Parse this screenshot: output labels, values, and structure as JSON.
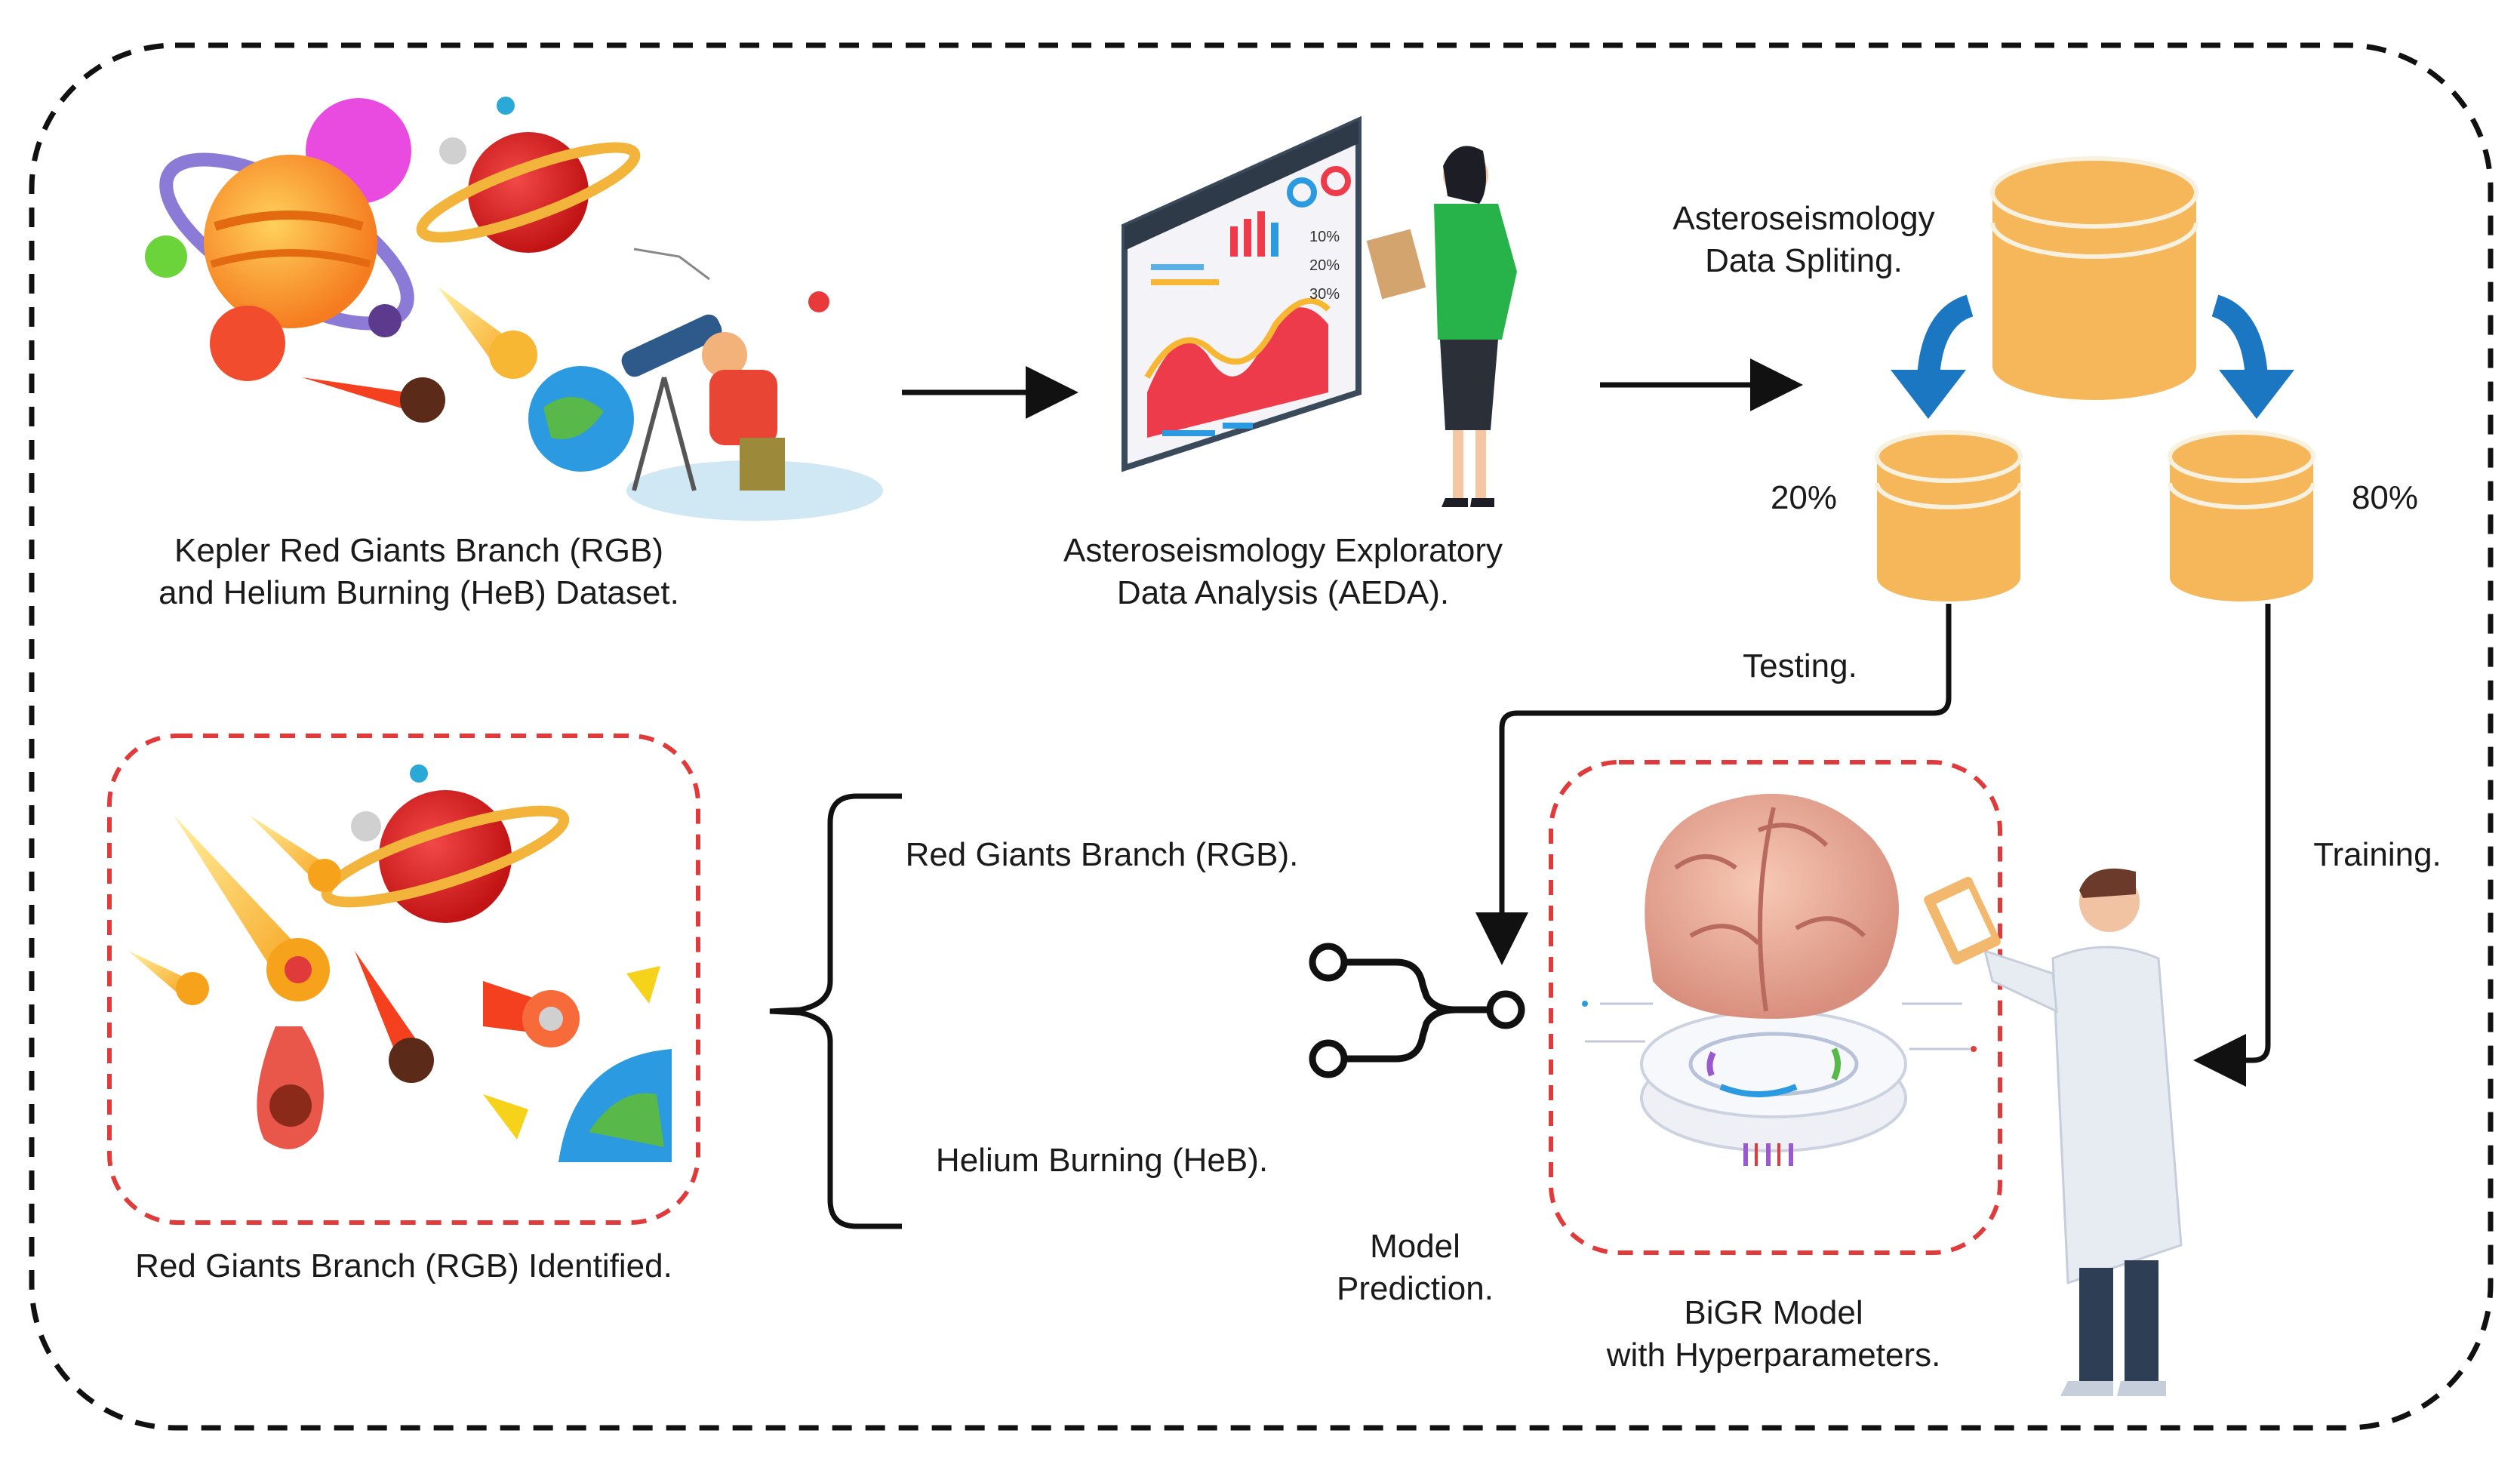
{
  "colors": {
    "db_fill": "#F5B75A",
    "db_stroke": "#F6F1E6",
    "arrow_blue": "#1C77C3",
    "dash_border": "#111111",
    "red_dash": "#E03A3A"
  },
  "icons": {
    "space_scene": "space-telescope-illustration",
    "analysis_scene": "dashboard-analyst-illustration",
    "identified_scene": "comets-planets-illustration",
    "model_scene": "ai-brain-scientist-illustration",
    "prediction": "fork-connector-icon"
  },
  "labels": {
    "dataset_line1": "Kepler Red Giants Branch (RGB)",
    "dataset_line2": "and Helium Burning (HeB) Dataset.",
    "aeda_line1": "Asteroseismology Exploratory",
    "aeda_line2": "Data Analysis (AEDA).",
    "split_line1": "Asteroseismology",
    "split_line2": "Data Spliting.",
    "pct_test": "20%",
    "pct_train": "80%",
    "testing": "Testing.",
    "training": "Training.",
    "rgb_class": "Red Giants Branch (RGB).",
    "heb_class": "Helium Burning (HeB).",
    "identified": "Red Giants Branch (RGB) Identified.",
    "prediction_line1": "Model",
    "prediction_line2": "Prediction.",
    "model_line1": "BiGR Model",
    "model_line2": "with Hyperparameters."
  },
  "dashboard": {
    "pct_1": "10%",
    "pct_2": "20%",
    "pct_3": "30%"
  }
}
